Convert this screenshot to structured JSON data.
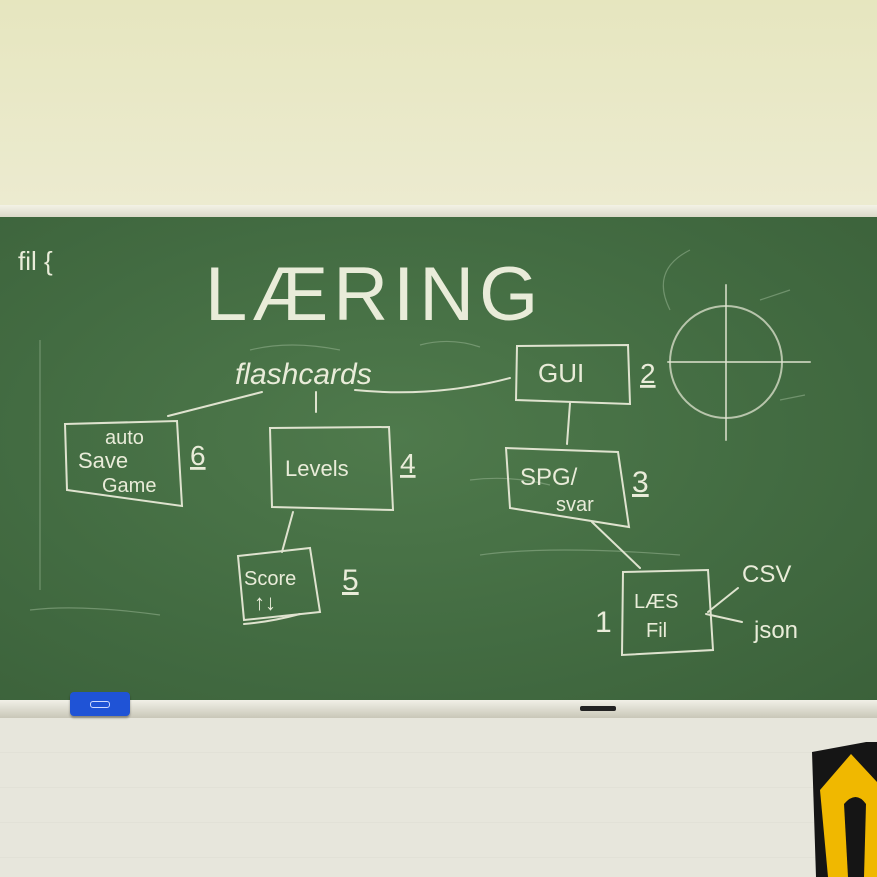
{
  "board": {
    "corner_note": "fil {",
    "title": "LÆRING",
    "center_label": "flashcards",
    "nodes": {
      "autosave": {
        "line1": "auto",
        "line2": "Save",
        "line3": "Game",
        "number": "6"
      },
      "levels": {
        "label": "Levels",
        "number": "4"
      },
      "gui": {
        "label": "GUI",
        "number": "2"
      },
      "spg": {
        "line1": "SPG/",
        "line2": "svar",
        "number": "3"
      },
      "score": {
        "line1": "Score",
        "line2": "↑↓",
        "number": "5"
      },
      "file": {
        "line1": "LÆS",
        "line2": "Fil",
        "number": "1"
      }
    },
    "formats": [
      "CSV",
      "json"
    ]
  },
  "colors": {
    "board": "#436c42",
    "chalk": "#e9ecd9",
    "eraser": "#1f53d6",
    "sign": "#f0b800"
  }
}
